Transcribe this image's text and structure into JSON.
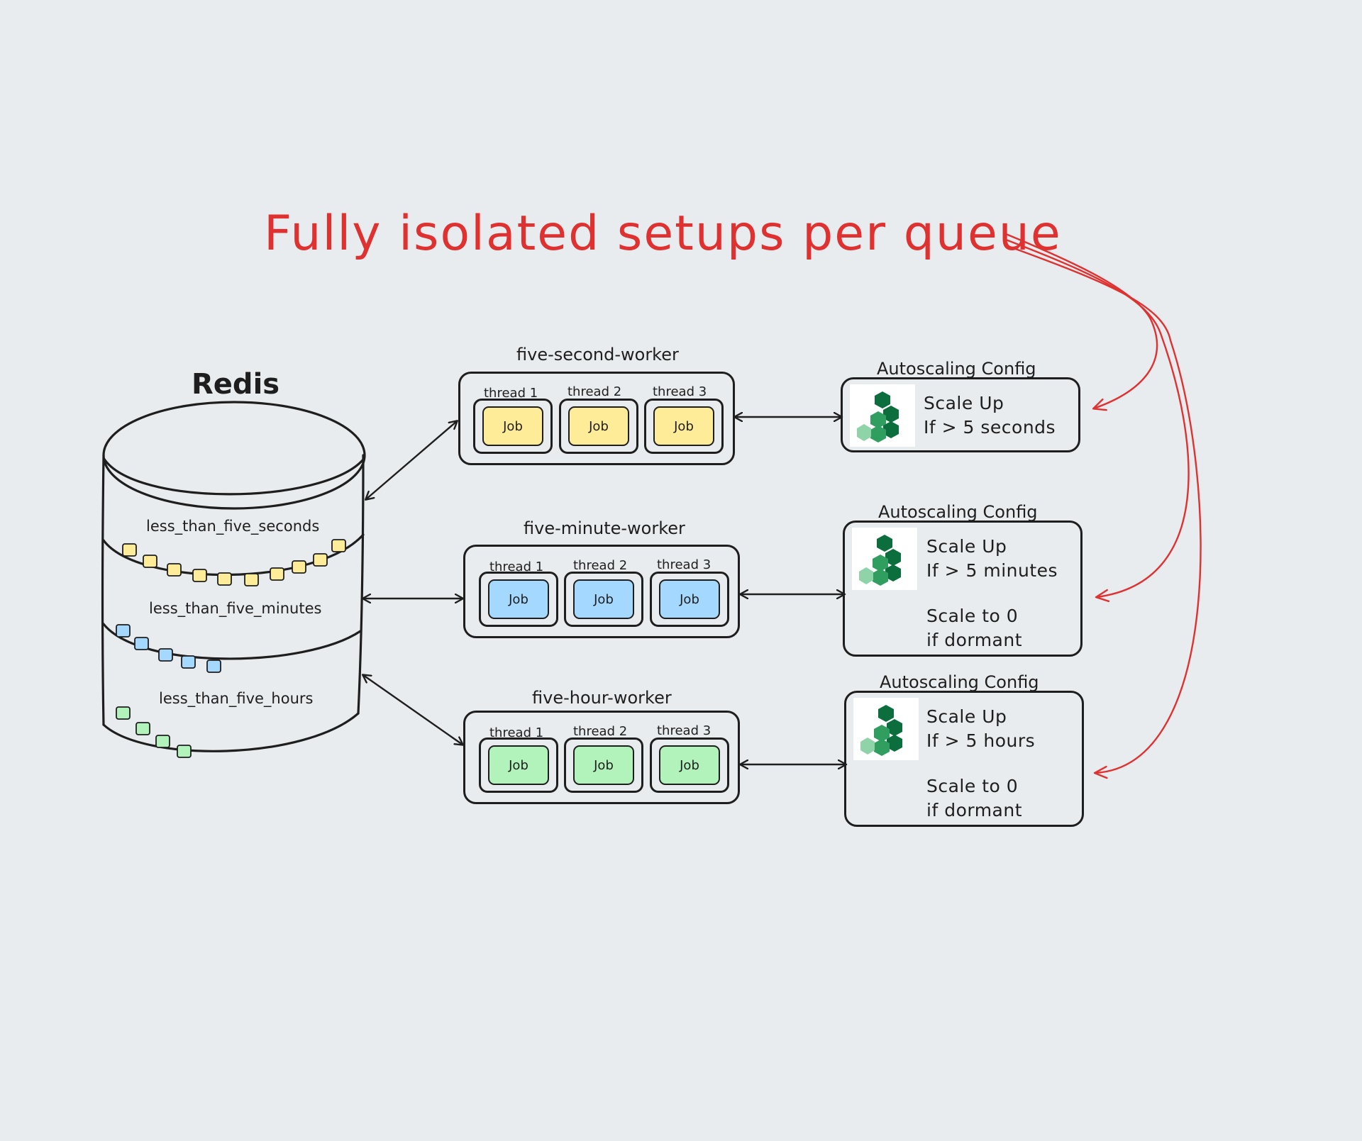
{
  "title": "Fully isolated setups per queue",
  "redis": {
    "label": "Redis",
    "queues": [
      {
        "name": "less_than_five_seconds",
        "color": "#ffec99",
        "item_count": 10
      },
      {
        "name": "less_than_five_minutes",
        "color": "#a5d8ff",
        "item_count": 5
      },
      {
        "name": "less_than_five_hours",
        "color": "#b2f2bb",
        "item_count": 4
      }
    ]
  },
  "workers": [
    {
      "name": "five-second-worker",
      "job_color": "#ffec99",
      "threads": [
        {
          "label": "thread 1",
          "job": "Job"
        },
        {
          "label": "thread 2",
          "job": "Job"
        },
        {
          "label": "thread 3",
          "job": "Job"
        }
      ]
    },
    {
      "name": "five-minute-worker",
      "job_color": "#a5d8ff",
      "threads": [
        {
          "label": "thread 1",
          "job": "Job"
        },
        {
          "label": "thread 2",
          "job": "Job"
        },
        {
          "label": "thread 3",
          "job": "Job"
        }
      ]
    },
    {
      "name": "five-hour-worker",
      "job_color": "#b2f2bb",
      "threads": [
        {
          "label": "thread 1",
          "job": "Job"
        },
        {
          "label": "thread 2",
          "job": "Job"
        },
        {
          "label": "thread 3",
          "job": "Job"
        }
      ]
    }
  ],
  "configs": [
    {
      "title": "Autoscaling Config",
      "line1": "Scale Up",
      "line2": "If > 5 seconds",
      "line3": "",
      "line4": ""
    },
    {
      "title": "Autoscaling Config",
      "line1": "Scale Up",
      "line2": "If > 5 minutes",
      "line3": "Scale to 0",
      "line4": "if dormant"
    },
    {
      "title": "Autoscaling Config",
      "line1": "Scale Up",
      "line2": "If > 5 hours",
      "line3": "Scale to 0",
      "line4": "if dormant"
    }
  ],
  "colors": {
    "accent_red": "#e03131",
    "stroke": "#1e1e1e",
    "background": "#e9ecef",
    "logo_dark": "#0b6e3c",
    "logo_mid": "#2f9e5f",
    "logo_light": "#8fd3a8"
  },
  "icons": {
    "config_logo": "stacked-hexagons-logo-icon"
  }
}
